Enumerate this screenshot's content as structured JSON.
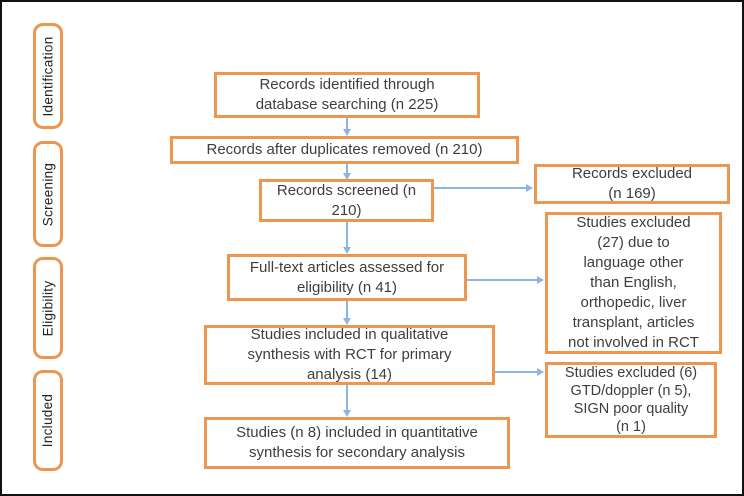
{
  "stages": [
    {
      "label": "Identification"
    },
    {
      "label": "Screening"
    },
    {
      "label": "Eligibility"
    },
    {
      "label": "Included"
    }
  ],
  "flow": {
    "identified": {
      "text": "Records identified through database searching (n 225)",
      "lines": [
        "Records identified through",
        "database searching (n 225)"
      ]
    },
    "duplicates": {
      "text": "Records after duplicates removed (n 210)",
      "lines": [
        "Records after duplicates removed (n 210)"
      ]
    },
    "screened": {
      "text": "Records screened (n 210)",
      "lines": [
        "Records screened (n",
        "210)"
      ]
    },
    "fulltext": {
      "text": "Full-text articles assessed for eligibility (n 41)",
      "lines": [
        "Full-text articles assessed for",
        "eligibility (n 41)"
      ]
    },
    "qualitative": {
      "text": "Studies included in qualitative synthesis with RCT for primary analysis (14)",
      "lines": [
        "Studies included in qualitative",
        "synthesis with RCT for primary",
        "analysis (14)"
      ]
    },
    "quantitative": {
      "text": "Studies (n 8) included in quantitative synthesis for secondary analysis",
      "lines": [
        "Studies (n 8) included in quantitative",
        "synthesis for secondary analysis"
      ]
    }
  },
  "excluded": {
    "records": {
      "text": "Records excluded (n 169)",
      "lines": [
        "Records excluded",
        "(n 169)"
      ]
    },
    "studies27": {
      "text": "Studies excluded (27) due to language other than English, orthopedic, liver transplant, articles not involved in RCT",
      "lines": [
        "Studies excluded",
        "(27) due to",
        "language other",
        "than English,",
        "orthopedic, liver",
        "transplant, articles",
        "not involved in RCT"
      ]
    },
    "studies6": {
      "text": "Studies excluded (6) GTD/doppler (n 5), SIGN poor quality (n 1)",
      "lines": [
        "Studies excluded (6)",
        "GTD/doppler (n 5),",
        "SIGN poor quality",
        "(n 1)"
      ]
    }
  },
  "colors": {
    "box_border": "#ed9650",
    "arrow": "#8eb4e3",
    "text": "#3e3e3e",
    "frame": "#111111"
  }
}
